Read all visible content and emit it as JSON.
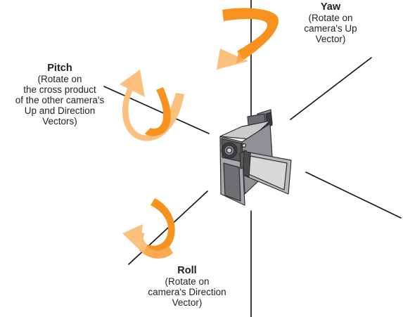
{
  "colors": {
    "axis": "#111111",
    "arrow_dark": "#f7921e",
    "arrow_light": "#fbc07e",
    "camera_body": "#a6a8ab",
    "camera_dark": "#3a3a3c",
    "camera_screen": "#c4c6c8"
  },
  "labels": {
    "yaw": {
      "title": "Yaw",
      "lines": [
        "(Rotate on",
        "camera's Up",
        "Vector)"
      ]
    },
    "pitch": {
      "title": "Pitch",
      "lines": [
        "(Rotate on",
        "the cross product",
        "of the other camera's",
        "Up and Direction",
        "Vectors)"
      ]
    },
    "roll": {
      "title": "Roll",
      "lines": [
        "(Rotate on",
        "camera's Direction",
        "Vector)"
      ]
    }
  },
  "icons": {
    "camera": "camcorder-icon",
    "yaw_arrow": "rotation-arrow-icon",
    "pitch_arrow": "rotation-arrow-icon",
    "roll_arrow": "rotation-arrow-icon"
  }
}
